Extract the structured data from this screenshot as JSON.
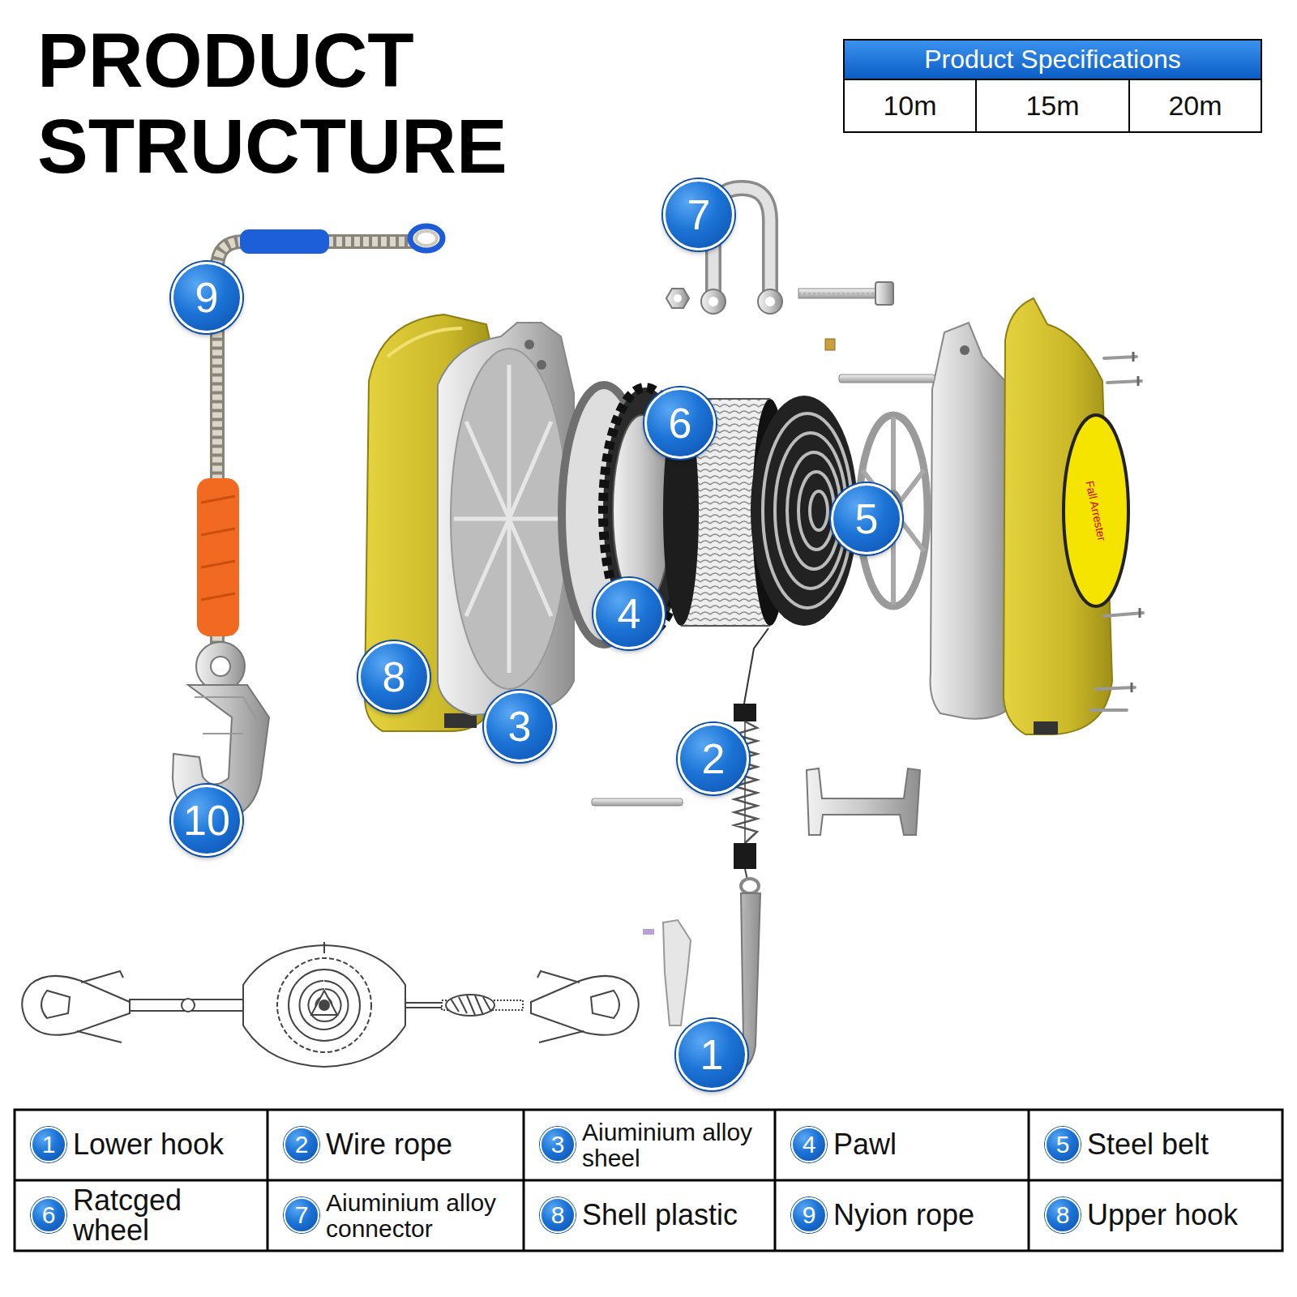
{
  "diagram": {
    "title": "PRODUCT STRUCTURE",
    "labels": [
      "Product Specifications",
      "10m",
      "15m",
      "20m",
      "7",
      "9",
      "6",
      "5",
      "4",
      "8",
      "3",
      "2",
      "10",
      "1",
      "Fall Arrester",
      "1",
      "Lower hook",
      "2",
      "Wire rope",
      "3",
      "Aiuminium alloy sheel",
      "4",
      "Pawl",
      "5",
      "Steel belt",
      "6",
      "Ratcged wheel",
      "7",
      "Aiuminium alloy connector",
      "8",
      "Shell plastic",
      "9",
      "Nyion rope",
      "8",
      "Upper hook"
    ]
  }
}
